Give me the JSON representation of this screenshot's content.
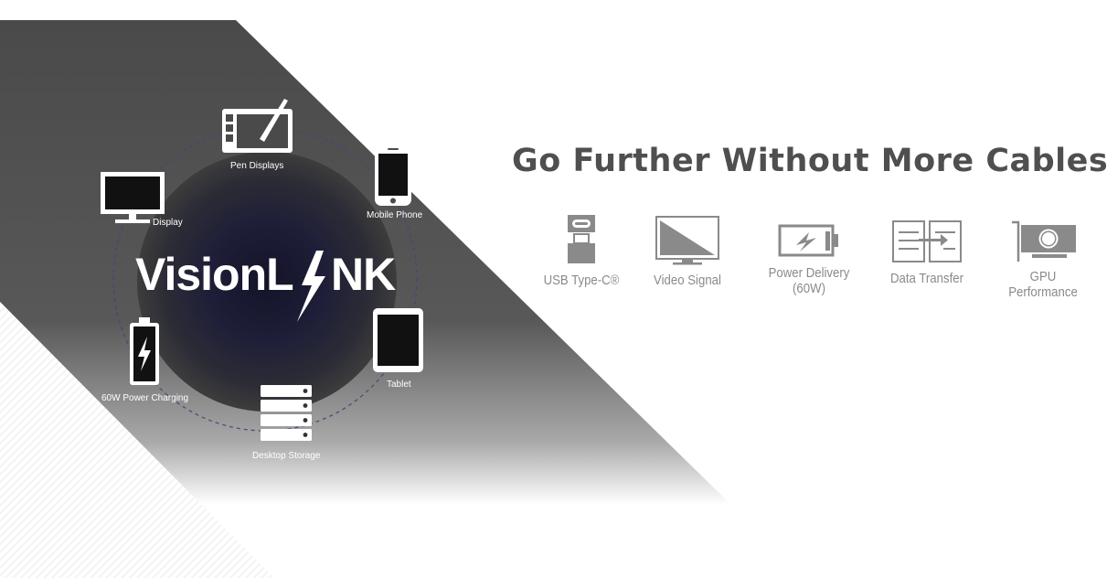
{
  "brand": {
    "logo_left": "VisionL",
    "logo_right": "NK"
  },
  "headline": "Go Further Without More Cables",
  "devices": [
    {
      "id": "pen-displays",
      "label": "Pen Displays",
      "icon": "pen-tablet-icon"
    },
    {
      "id": "mobile-phone",
      "label": "Mobile Phone",
      "icon": "smartphone-icon"
    },
    {
      "id": "display",
      "label": "Display",
      "icon": "monitor-icon"
    },
    {
      "id": "tablet",
      "label": "Tablet",
      "icon": "tablet-icon"
    },
    {
      "id": "power-charging",
      "label": "60W Power Charging",
      "icon": "battery-charging-icon"
    },
    {
      "id": "desktop-storage",
      "label": "Desktop Storage",
      "icon": "storage-drive-icon"
    }
  ],
  "features": [
    {
      "id": "usb-type-c",
      "label": "USB Type-C®",
      "icon": "usb-c-icon"
    },
    {
      "id": "video-signal",
      "label": "Video Signal",
      "icon": "video-monitor-icon"
    },
    {
      "id": "power-delivery",
      "label": "Power Delivery\n(60W)",
      "icon": "power-battery-icon"
    },
    {
      "id": "data-transfer",
      "label": "Data Transfer",
      "icon": "data-transfer-icon"
    },
    {
      "id": "gpu-performance",
      "label": "GPU\nPerformance",
      "icon": "gpu-card-icon"
    }
  ],
  "colors": {
    "panel_dark": "#555555",
    "headline": "#4f4f4f",
    "feature_gray": "#8a8a8a",
    "orbit_dash": "#3c4a78",
    "glow": "#1a1a3a"
  }
}
